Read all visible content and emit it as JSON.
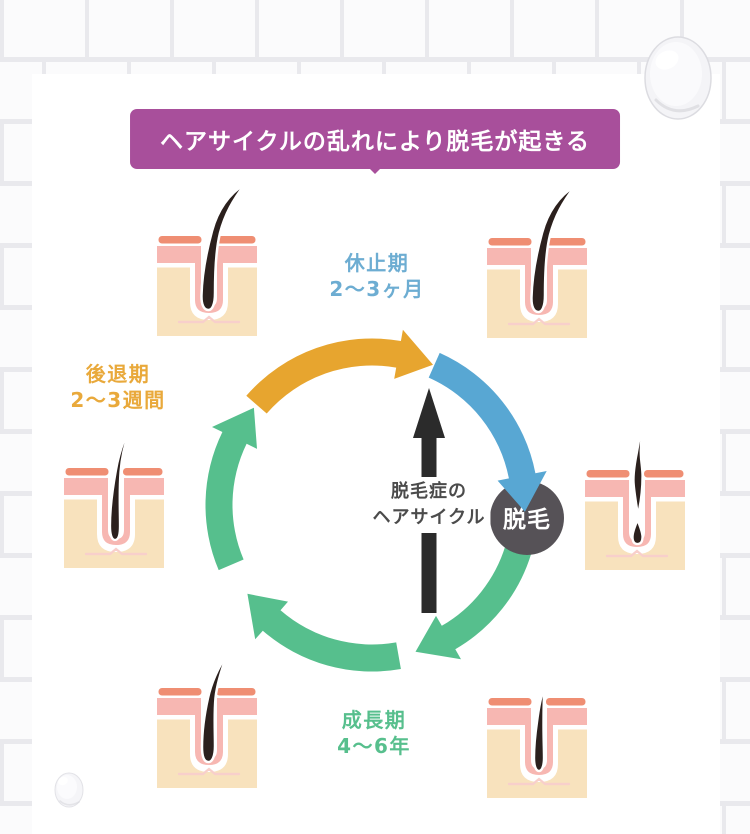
{
  "colors": {
    "banner_bg": "#a84f9b",
    "card_bg": "#ffffff",
    "tile_bg": "#fbfbfc",
    "grout": "#e9e9ed",
    "phase_rest": "#6dadd2",
    "phase_regression": "#e9a93b",
    "phase_growth": "#57bf8d",
    "arrow_orange": "#e7a52f",
    "arrow_blue": "#58a7d3",
    "arrow_green": "#56bf8d",
    "arrow_black": "#2b2b2b",
    "circle_bg": "#565257",
    "center_text": "#4b4b4b",
    "skin_epidermis": "#ef8e73",
    "skin_dermis_pink": "#f7b7b2",
    "skin_base_beige": "#f8e2bd",
    "skin_baseline": "#f8cfcb",
    "hair": "#2b201d"
  },
  "banner": {
    "text": "ヘアサイクルの乱れにより脱毛が起きる"
  },
  "cycle": {
    "center_label_line1": "脱毛症の",
    "center_label_line2": "ヘアサイクル",
    "shedding_label": "脱毛",
    "phases": [
      {
        "name": "休止期",
        "duration": "2〜3ヶ月"
      },
      {
        "name": "後退期",
        "duration": "2〜3週間"
      },
      {
        "name": "成長期",
        "duration": "4〜6年"
      }
    ]
  },
  "illustrations": [
    {
      "slot": 1,
      "name": "follicle-top-left-anagen-hair",
      "variant": "long"
    },
    {
      "slot": 2,
      "name": "follicle-top-right-anagen-hair",
      "variant": "long"
    },
    {
      "slot": 3,
      "name": "follicle-middle-left-catagen-thin-hair",
      "variant": "thin"
    },
    {
      "slot": 4,
      "name": "follicle-middle-right-telogen-club-hair",
      "variant": "club"
    },
    {
      "slot": 5,
      "name": "follicle-bottom-left-growing-hair",
      "variant": "grow"
    },
    {
      "slot": 6,
      "name": "follicle-bottom-right-new-short-hair",
      "variant": "short"
    }
  ]
}
